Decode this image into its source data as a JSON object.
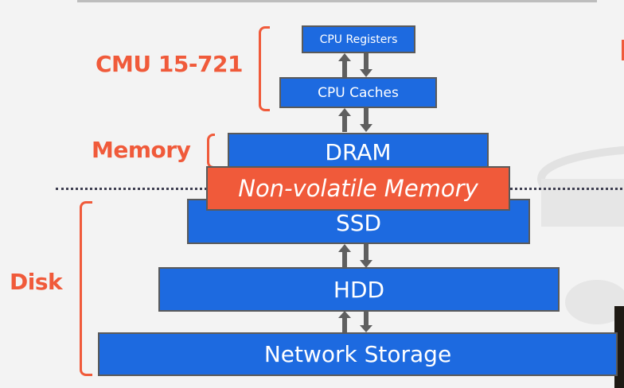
{
  "labels": {
    "cmu": "CMU 15-721",
    "memory": "Memory",
    "disk": "Disk"
  },
  "tiers": {
    "registers": "CPU Registers",
    "caches": "CPU Caches",
    "dram": "DRAM",
    "nvm": "Non-volatile Memory",
    "ssd": "SSD",
    "hdd": "HDD",
    "network": "Network Storage"
  },
  "colors": {
    "box": "#1d6ae0",
    "nvm": "#f05a3a",
    "label": "#f05a3a",
    "arrow": "#5f5f5f"
  }
}
